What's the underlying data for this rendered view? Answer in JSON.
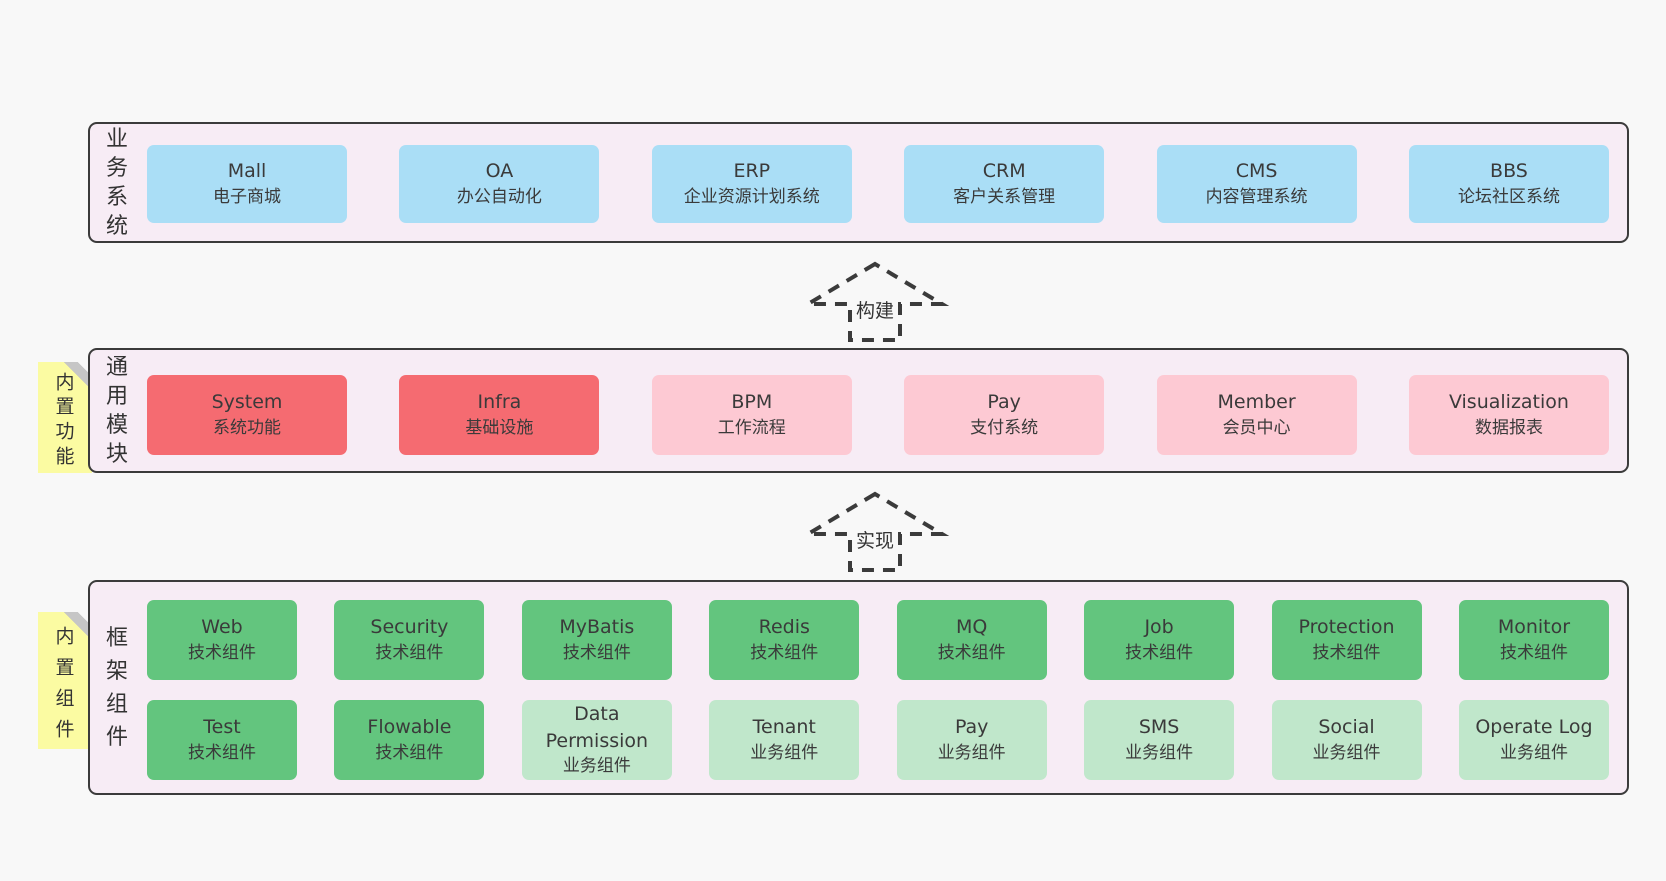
{
  "colors": {
    "page_bg": "#f8f8f8",
    "section_bg": "#f7ecf5",
    "section_border": "#3b3b3b",
    "box_blue": "#aadef6",
    "box_red": "#f56b71",
    "box_pink": "#fdc9d3",
    "box_green": "#63c57e",
    "box_light_green": "#c0e7cb",
    "sticky_yellow": "#fbfba2",
    "sticky_fold": "#c6c6c6",
    "text": "#333333"
  },
  "arrows": {
    "build": "构建",
    "implement": "实现"
  },
  "sections": {
    "business": {
      "label": "业务系统",
      "boxes": [
        {
          "title": "Mall",
          "subtitle": "电子商城",
          "variant": "blue"
        },
        {
          "title": "OA",
          "subtitle": "办公自动化",
          "variant": "blue"
        },
        {
          "title": "ERP",
          "subtitle": "企业资源计划系统",
          "variant": "blue"
        },
        {
          "title": "CRM",
          "subtitle": "客户关系管理",
          "variant": "blue"
        },
        {
          "title": "CMS",
          "subtitle": "内容管理系统",
          "variant": "blue"
        },
        {
          "title": "BBS",
          "subtitle": "论坛社区系统",
          "variant": "blue"
        }
      ]
    },
    "modules": {
      "label": "通用模块",
      "sticky": "内置功能",
      "boxes": [
        {
          "title": "System",
          "subtitle": "系统功能",
          "variant": "red"
        },
        {
          "title": "Infra",
          "subtitle": "基础设施",
          "variant": "red"
        },
        {
          "title": "BPM",
          "subtitle": "工作流程",
          "variant": "pink"
        },
        {
          "title": "Pay",
          "subtitle": "支付系统",
          "variant": "pink"
        },
        {
          "title": "Member",
          "subtitle": "会员中心",
          "variant": "pink"
        },
        {
          "title": "Visualization",
          "subtitle": "数据报表",
          "variant": "pink"
        }
      ]
    },
    "framework": {
      "label": "框架组件",
      "sticky": "内置组件",
      "row1": [
        {
          "title": "Web",
          "subtitle": "技术组件",
          "variant": "green"
        },
        {
          "title": "Security",
          "subtitle": "技术组件",
          "variant": "green"
        },
        {
          "title": "MyBatis",
          "subtitle": "技术组件",
          "variant": "green"
        },
        {
          "title": "Redis",
          "subtitle": "技术组件",
          "variant": "green"
        },
        {
          "title": "MQ",
          "subtitle": "技术组件",
          "variant": "green"
        },
        {
          "title": "Job",
          "subtitle": "技术组件",
          "variant": "green"
        },
        {
          "title": "Protection",
          "subtitle": "技术组件",
          "variant": "green"
        },
        {
          "title": "Monitor",
          "subtitle": "技术组件",
          "variant": "green"
        }
      ],
      "row2": [
        {
          "title": "Test",
          "subtitle": "技术组件",
          "variant": "green"
        },
        {
          "title": "Flowable",
          "subtitle": "技术组件",
          "variant": "green"
        },
        {
          "title": "Data Permission",
          "subtitle": "业务组件",
          "variant": "lightgreen"
        },
        {
          "title": "Tenant",
          "subtitle": "业务组件",
          "variant": "lightgreen"
        },
        {
          "title": "Pay",
          "subtitle": "业务组件",
          "variant": "lightgreen"
        },
        {
          "title": "SMS",
          "subtitle": "业务组件",
          "variant": "lightgreen"
        },
        {
          "title": "Social",
          "subtitle": "业务组件",
          "variant": "lightgreen"
        },
        {
          "title": "Operate Log",
          "subtitle": "业务组件",
          "variant": "lightgreen"
        }
      ]
    }
  }
}
